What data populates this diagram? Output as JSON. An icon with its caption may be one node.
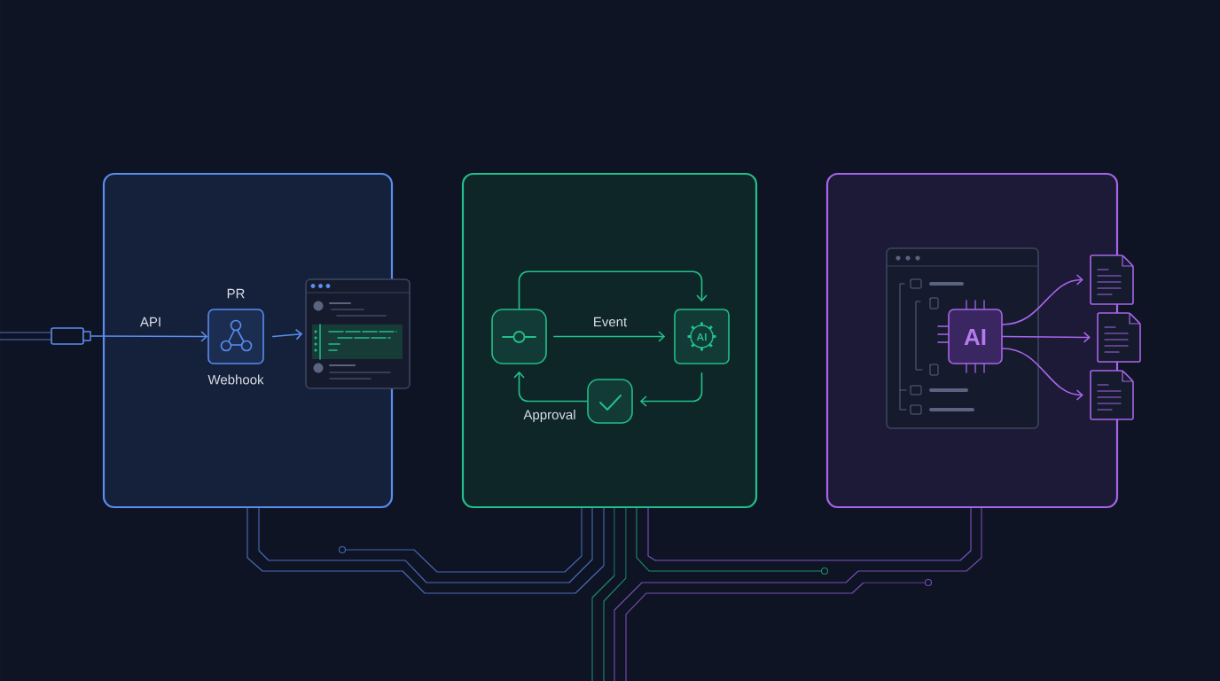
{
  "diagram": {
    "nodes": [
      {
        "text": [],
        "shape": "box"
      },
      {
        "text": [],
        "shape": "box"
      },
      {
        "text": [],
        "shape": "box"
      },
      {
        "text": [],
        "shape": "plug"
      },
      {
        "text": [
          "PR",
          "Webhook"
        ],
        "in": 0
      },
      {
        "text": [],
        "shape": "window"
      },
      {
        "text": [],
        "shape": "box",
        "in": 1
      },
      {
        "text": [
          "AI"
        ],
        "in": 1
      },
      {
        "text": [],
        "shape": "box",
        "in": 1
      },
      {
        "text": [],
        "shape": "window",
        "in": 2
      },
      {
        "text": [
          "AI"
        ],
        "in": 9
      },
      {
        "text": [],
        "shape": "document"
      },
      {
        "text": [],
        "shape": "document"
      },
      {
        "text": [],
        "shape": "document"
      }
    ],
    "edges": [
      {
        "from": 3,
        "to": 4,
        "arrow": "to",
        "label": "API",
        "color": "#5b8def"
      },
      {
        "from": 4,
        "to": 5,
        "arrow": "to",
        "color": "#5b8def"
      },
      {
        "from": 6,
        "to": 7,
        "arrow": "to",
        "label": "Event"
      },
      {
        "from": 6,
        "to": 7,
        "arrow": "to"
      },
      {
        "from": 7,
        "to": 8,
        "arrow": "to"
      },
      {
        "from": 8,
        "to": 6,
        "arrow": "to",
        "label": "Approval"
      },
      {
        "from": 10,
        "to": 11,
        "arrow": "to",
        "color": "#a865ec"
      },
      {
        "from": 10,
        "to": 12,
        "arrow": "to",
        "color": "#a865ec"
      },
      {
        "from": 10,
        "to": 13,
        "arrow": "to",
        "color": "#a865ec"
      },
      {
        "from": 0,
        "to": 1,
        "arrow": "none",
        "color": "#4a6db8"
      },
      {
        "from": 0,
        "to": 1,
        "arrow": "none",
        "color": "#4a6db8"
      },
      {
        "from": 1,
        "to": 2,
        "arrow": "none",
        "color": "#7f52c0"
      }
    ]
  }
}
